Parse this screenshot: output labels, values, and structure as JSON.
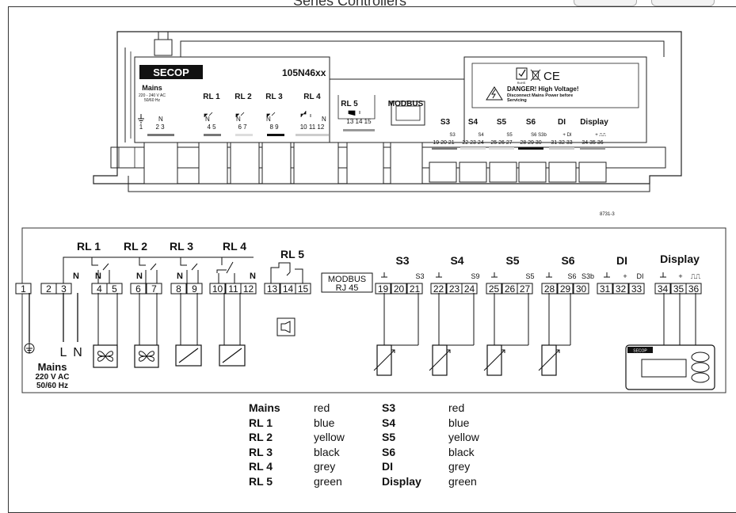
{
  "page_header": {
    "title": "Series Controllers"
  },
  "device": {
    "brand": "SECOP",
    "model": "105N46xx",
    "mains_title": "Mains",
    "mains_rating": "220 - 240 V AC",
    "mains_freq": "50/60 Hz",
    "relays": [
      "RL 1",
      "RL 2",
      "RL 3",
      "RL 4",
      "RL 5"
    ],
    "modbus": "MODBUS",
    "danger_line1": "DANGER! High Voltage!",
    "danger_line2": "Disconnect Mains Power before",
    "danger_line3": "Servicing",
    "rohs": "RoHS",
    "ce": "CE",
    "sensor_groups": [
      "S3",
      "S4",
      "S5",
      "S6",
      "DI",
      "Display"
    ],
    "sensor_sublabels": [
      "S3",
      "S4",
      "S5",
      "S6 S3b",
      "+ DI",
      "+ ⎍⎍"
    ],
    "terminals_left": [
      "1",
      "2 3",
      "4 5",
      "6 7",
      "8 9",
      "10 11 12",
      "13 14 15"
    ],
    "terminals_right": [
      "19 20 21",
      "22 23 24",
      "25 26 27",
      "28 29 30",
      "31 32 33",
      "34 35 36"
    ],
    "neutral": "N",
    "drawing_number": "8731-3"
  },
  "wiring": {
    "relays": [
      "RL 1",
      "RL 2",
      "RL 3",
      "RL 4",
      "RL 5"
    ],
    "sensors": [
      "S3",
      "S4",
      "S5",
      "S6",
      "DI",
      "Display"
    ],
    "sensor_sublabels": [
      "S3",
      "S9",
      "S5",
      "S6",
      "S3b",
      "+",
      "DI",
      "+",
      "⎍⎍"
    ],
    "terminals": [
      "1",
      "2",
      "3",
      "4",
      "5",
      "6",
      "7",
      "8",
      "9",
      "10",
      "11",
      "12",
      "13",
      "14",
      "15",
      "19",
      "20",
      "21",
      "22",
      "23",
      "24",
      "25",
      "26",
      "27",
      "28",
      "29",
      "30",
      "31",
      "32",
      "33",
      "34",
      "35",
      "36"
    ],
    "neutral": "N",
    "modbus_line1": "MODBUS",
    "modbus_line2": "RJ 45",
    "line_label": "L",
    "neutral_label": "N",
    "mains_title": "Mains",
    "mains_rating": "220 V AC",
    "mains_freq": "50/60 Hz",
    "display_brand": "SECOP"
  },
  "legend": [
    {
      "name1": "Mains",
      "color1": "red",
      "name2": "S3",
      "color2": "red"
    },
    {
      "name1": "RL 1",
      "color1": "blue",
      "name2": "S4",
      "color2": "blue"
    },
    {
      "name1": "RL 2",
      "color1": "yellow",
      "name2": "S5",
      "color2": "yellow"
    },
    {
      "name1": "RL 3",
      "color1": "black",
      "name2": "S6",
      "color2": "black"
    },
    {
      "name1": "RL 4",
      "color1": "grey",
      "name2": "DI",
      "color2": "grey"
    },
    {
      "name1": "RL 5",
      "color1": "green",
      "name2": "Display",
      "color2": "green"
    }
  ]
}
